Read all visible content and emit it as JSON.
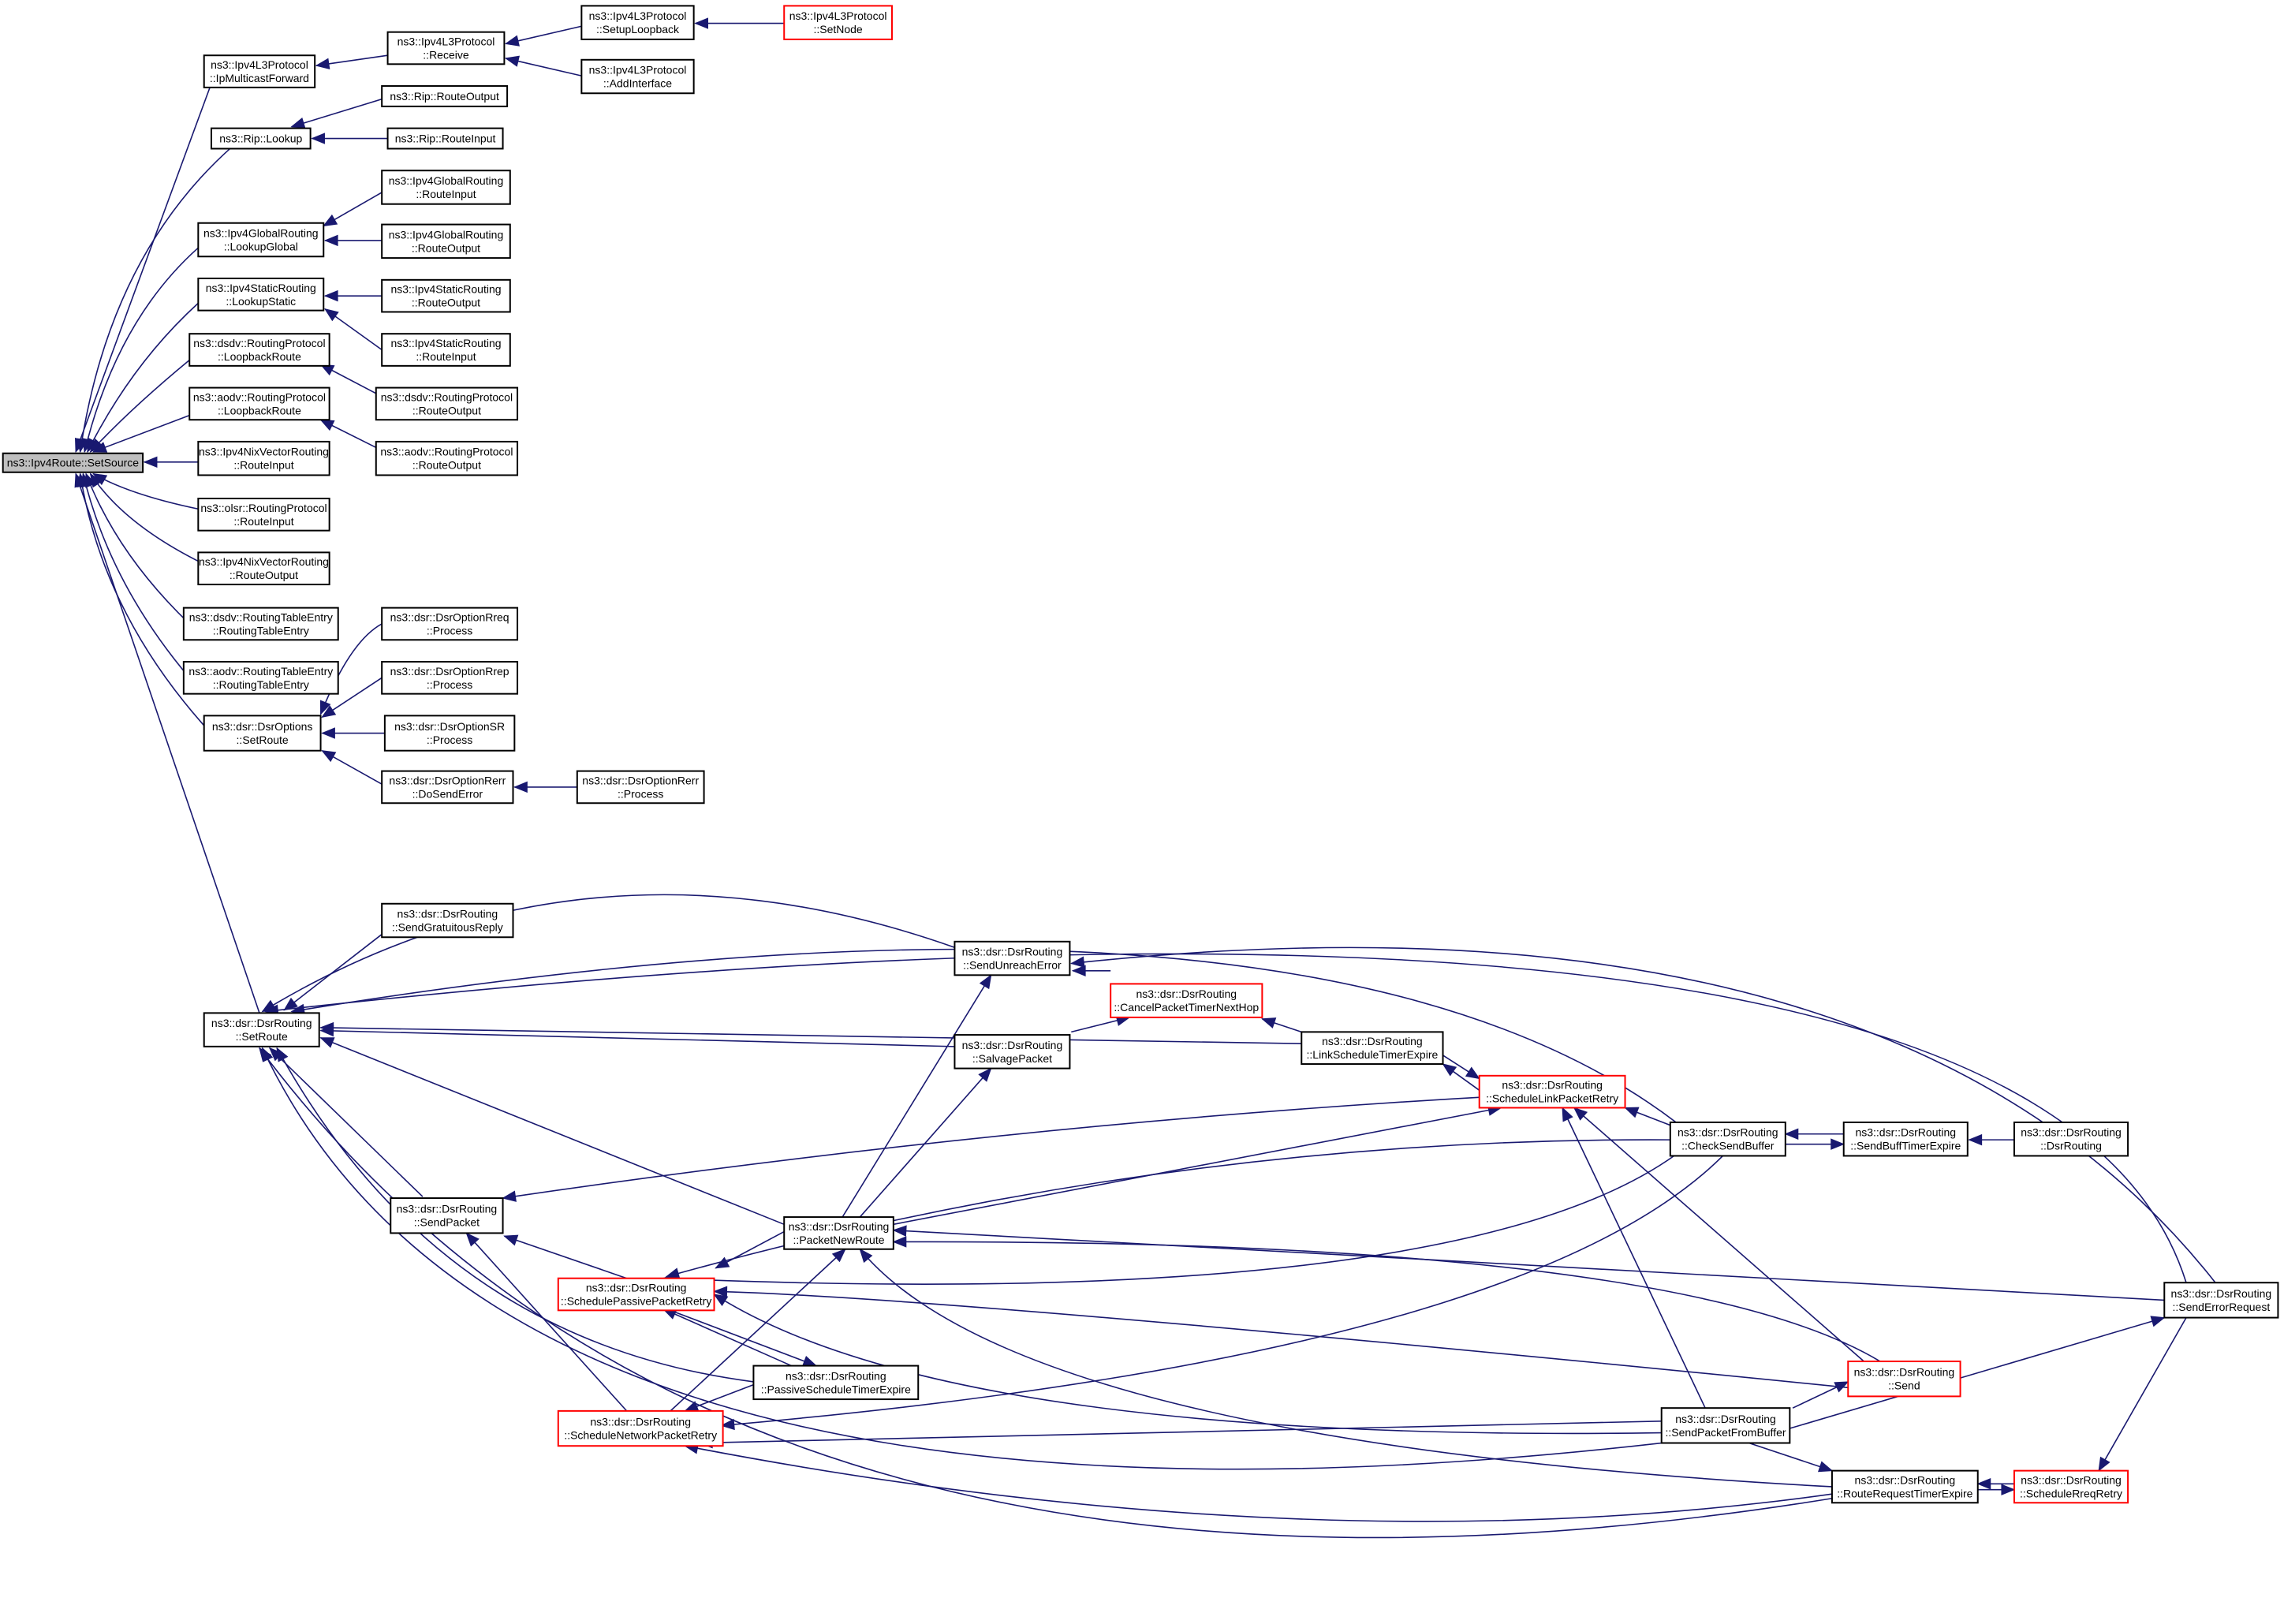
{
  "colors": {
    "edge": "#191970",
    "node_border": "#000000",
    "node_border_truncated": "#ff0000",
    "root_fill": "#bfbfbf",
    "node_fill": "#ffffff"
  },
  "nodes": [
    {
      "id": "root",
      "lines": [
        "ns3::Ipv4Route::SetSource"
      ],
      "style": "root"
    },
    {
      "id": "ipmf",
      "lines": [
        "ns3::Ipv4L3Protocol",
        "::IpMulticastForward"
      ]
    },
    {
      "id": "recv",
      "lines": [
        "ns3::Ipv4L3Protocol",
        "::Receive"
      ]
    },
    {
      "id": "setuplb",
      "lines": [
        "ns3::Ipv4L3Protocol",
        "::SetupLoopback"
      ]
    },
    {
      "id": "setnode",
      "lines": [
        "ns3::Ipv4L3Protocol",
        "::SetNode"
      ],
      "style": "red"
    },
    {
      "id": "addif",
      "lines": [
        "ns3::Ipv4L3Protocol",
        "::AddInterface"
      ]
    },
    {
      "id": "riplookup",
      "lines": [
        "ns3::Rip::Lookup"
      ]
    },
    {
      "id": "riprouteout",
      "lines": [
        "ns3::Rip::RouteOutput"
      ]
    },
    {
      "id": "riproutein",
      "lines": [
        "ns3::Rip::RouteInput"
      ]
    },
    {
      "id": "glookup",
      "lines": [
        "ns3::Ipv4GlobalRouting",
        "::LookupGlobal"
      ]
    },
    {
      "id": "grin",
      "lines": [
        "ns3::Ipv4GlobalRouting",
        "::RouteInput"
      ]
    },
    {
      "id": "grout",
      "lines": [
        "ns3::Ipv4GlobalRouting",
        "::RouteOutput"
      ]
    },
    {
      "id": "slookup",
      "lines": [
        "ns3::Ipv4StaticRouting",
        "::LookupStatic"
      ]
    },
    {
      "id": "srout",
      "lines": [
        "ns3::Ipv4StaticRouting",
        "::RouteOutput"
      ]
    },
    {
      "id": "srin",
      "lines": [
        "ns3::Ipv4StaticRouting",
        "::RouteInput"
      ]
    },
    {
      "id": "dsdvlb",
      "lines": [
        "ns3::dsdv::RoutingProtocol",
        "::LoopbackRoute"
      ]
    },
    {
      "id": "dsdvrout",
      "lines": [
        "ns3::dsdv::RoutingProtocol",
        "::RouteOutput"
      ]
    },
    {
      "id": "aodvlb",
      "lines": [
        "ns3::aodv::RoutingProtocol",
        "::LoopbackRoute"
      ]
    },
    {
      "id": "aodvrout",
      "lines": [
        "ns3::aodv::RoutingProtocol",
        "::RouteOutput"
      ]
    },
    {
      "id": "nixin",
      "lines": [
        "ns3::Ipv4NixVectorRouting",
        "::RouteInput"
      ]
    },
    {
      "id": "olsrin",
      "lines": [
        "ns3::olsr::RoutingProtocol",
        "::RouteInput"
      ]
    },
    {
      "id": "nixout",
      "lines": [
        "ns3::Ipv4NixVectorRouting",
        "::RouteOutput"
      ]
    },
    {
      "id": "dsdvrte",
      "lines": [
        "ns3::dsdv::RoutingTableEntry",
        "::RoutingTableEntry"
      ]
    },
    {
      "id": "aodvrte",
      "lines": [
        "ns3::aodv::RoutingTableEntry",
        "::RoutingTableEntry"
      ]
    },
    {
      "id": "optsetroute",
      "lines": [
        "ns3::dsr::DsrOptions",
        "::SetRoute"
      ]
    },
    {
      "id": "rreq",
      "lines": [
        "ns3::dsr::DsrOptionRreq",
        "::Process"
      ]
    },
    {
      "id": "rrep",
      "lines": [
        "ns3::dsr::DsrOptionRrep",
        "::Process"
      ]
    },
    {
      "id": "srproc",
      "lines": [
        "ns3::dsr::DsrOptionSR",
        "::Process"
      ]
    },
    {
      "id": "dosenderr",
      "lines": [
        "ns3::dsr::DsrOptionRerr",
        "::DoSendError"
      ]
    },
    {
      "id": "rerrproc",
      "lines": [
        "ns3::dsr::DsrOptionRerr",
        "::Process"
      ]
    },
    {
      "id": "dsrsetroute",
      "lines": [
        "ns3::dsr::DsrRouting",
        "::SetRoute"
      ]
    },
    {
      "id": "gratuitous",
      "lines": [
        "ns3::dsr::DsrRouting",
        "::SendGratuitousReply"
      ]
    },
    {
      "id": "unreach",
      "lines": [
        "ns3::dsr::DsrRouting",
        "::SendUnreachError"
      ]
    },
    {
      "id": "cancel",
      "lines": [
        "ns3::dsr::DsrRouting",
        "::CancelPacketTimerNextHop"
      ],
      "style": "red"
    },
    {
      "id": "salvage",
      "lines": [
        "ns3::dsr::DsrRouting",
        "::SalvagePacket"
      ]
    },
    {
      "id": "linkexp",
      "lines": [
        "ns3::dsr::DsrRouting",
        "::LinkScheduleTimerExpire"
      ]
    },
    {
      "id": "linkretry",
      "lines": [
        "ns3::dsr::DsrRouting",
        "::ScheduleLinkPacketRetry"
      ],
      "style": "red"
    },
    {
      "id": "checkbuf",
      "lines": [
        "ns3::dsr::DsrRouting",
        "::CheckSendBuffer"
      ]
    },
    {
      "id": "buffexp",
      "lines": [
        "ns3::dsr::DsrRouting",
        "::SendBuffTimerExpire"
      ]
    },
    {
      "id": "dsrctor",
      "lines": [
        "ns3::dsr::DsrRouting",
        "::DsrRouting"
      ]
    },
    {
      "id": "sendpkt",
      "lines": [
        "ns3::dsr::DsrRouting",
        "::SendPacket"
      ]
    },
    {
      "id": "pktnew",
      "lines": [
        "ns3::dsr::DsrRouting",
        "::PacketNewRoute"
      ]
    },
    {
      "id": "passretry",
      "lines": [
        "ns3::dsr::DsrRouting",
        "::SchedulePassivePacketRetry"
      ],
      "style": "red"
    },
    {
      "id": "passexp",
      "lines": [
        "ns3::dsr::DsrRouting",
        "::PassiveScheduleTimerExpire"
      ]
    },
    {
      "id": "netretry",
      "lines": [
        "ns3::dsr::DsrRouting",
        "::ScheduleNetworkPacketRetry"
      ],
      "style": "red"
    },
    {
      "id": "sendfrombuf",
      "lines": [
        "ns3::dsr::DsrRouting",
        "::SendPacketFromBuffer"
      ]
    },
    {
      "id": "send",
      "lines": [
        "ns3::dsr::DsrRouting",
        "::Send"
      ],
      "style": "red"
    },
    {
      "id": "senderrreq",
      "lines": [
        "ns3::dsr::DsrRouting",
        "::SendErrorRequest"
      ]
    },
    {
      "id": "rreqexp",
      "lines": [
        "ns3::dsr::DsrRouting",
        "::RouteRequestTimerExpire"
      ]
    },
    {
      "id": "rreqretry",
      "lines": [
        "ns3::dsr::DsrRouting",
        "::ScheduleRreqRetry"
      ],
      "style": "red"
    }
  ],
  "edges": [
    [
      "ipmf",
      "root"
    ],
    [
      "riplookup",
      "root"
    ],
    [
      "glookup",
      "root"
    ],
    [
      "slookup",
      "root"
    ],
    [
      "dsdvlb",
      "root"
    ],
    [
      "aodvlb",
      "root"
    ],
    [
      "nixin",
      "root"
    ],
    [
      "olsrin",
      "root"
    ],
    [
      "nixout",
      "root"
    ],
    [
      "dsdvrte",
      "root"
    ],
    [
      "aodvrte",
      "root"
    ],
    [
      "optsetroute",
      "root"
    ],
    [
      "dsrsetroute",
      "root"
    ],
    [
      "recv",
      "ipmf"
    ],
    [
      "setuplb",
      "recv"
    ],
    [
      "addif",
      "recv"
    ],
    [
      "setnode",
      "setuplb"
    ],
    [
      "riprouteout",
      "riplookup"
    ],
    [
      "riproutein",
      "riplookup"
    ],
    [
      "grin",
      "glookup"
    ],
    [
      "grout",
      "glookup"
    ],
    [
      "srout",
      "slookup"
    ],
    [
      "srin",
      "slookup"
    ],
    [
      "dsdvrout",
      "dsdvlb"
    ],
    [
      "aodvrout",
      "aodvlb"
    ],
    [
      "rreq",
      "optsetroute"
    ],
    [
      "rrep",
      "optsetroute"
    ],
    [
      "srproc",
      "optsetroute"
    ],
    [
      "dosenderr",
      "optsetroute"
    ],
    [
      "rerrproc",
      "dosenderr"
    ],
    [
      "gratuitous",
      "dsrsetroute"
    ],
    [
      "unreach",
      "dsrsetroute"
    ],
    [
      "salvage",
      "dsrsetroute"
    ],
    [
      "linkexp",
      "dsrsetroute"
    ],
    [
      "sendpkt",
      "dsrsetroute"
    ],
    [
      "pktnew",
      "dsrsetroute"
    ],
    [
      "passexp",
      "dsrsetroute"
    ],
    [
      "checkbuf",
      "dsrsetroute"
    ],
    [
      "senderrreq",
      "dsrsetroute"
    ],
    [
      "sendfrombuf",
      "dsrsetroute"
    ],
    [
      "rreqexp",
      "dsrsetroute"
    ],
    [
      "cancel",
      "unreach"
    ],
    [
      "cancel",
      "salvage"
    ],
    [
      "linkexp",
      "cancel"
    ],
    [
      "linkretry",
      "linkexp"
    ],
    [
      "linkexp",
      "linkretry"
    ],
    [
      "pktnew",
      "unreach"
    ],
    [
      "pktnew",
      "salvage"
    ],
    [
      "checkbuf",
      "linkretry"
    ],
    [
      "send",
      "linkretry"
    ],
    [
      "sendfrombuf",
      "linkretry"
    ],
    [
      "pktnew",
      "linkretry"
    ],
    [
      "linkretry",
      "sendpkt"
    ],
    [
      "buffexp",
      "checkbuf"
    ],
    [
      "checkbuf",
      "buffexp"
    ],
    [
      "dsrctor",
      "buffexp"
    ],
    [
      "checkbuf",
      "pktnew"
    ],
    [
      "send",
      "pktnew"
    ],
    [
      "senderrreq",
      "pktnew"
    ],
    [
      "rreqexp",
      "pktnew"
    ],
    [
      "sendfrombuf",
      "send"
    ],
    [
      "senderrreq",
      "sendfrombuf"
    ],
    [
      "senderrreq",
      "unreach"
    ],
    [
      "passretry",
      "sendpkt"
    ],
    [
      "netretry",
      "sendpkt"
    ],
    [
      "pktnew",
      "passretry"
    ],
    [
      "checkbuf",
      "passretry"
    ],
    [
      "passexp",
      "passretry"
    ],
    [
      "passretry",
      "passexp"
    ],
    [
      "sendfrombuf",
      "passretry"
    ],
    [
      "send",
      "passretry"
    ],
    [
      "passexp",
      "netretry"
    ],
    [
      "netretry",
      "pktnew"
    ],
    [
      "checkbuf",
      "netretry"
    ],
    [
      "sendfrombuf",
      "netretry"
    ],
    [
      "rreqexp",
      "netretry"
    ],
    [
      "sendfrombuf",
      "rreqexp"
    ],
    [
      "rreqretry",
      "rreqexp"
    ],
    [
      "rreqexp",
      "rreqretry"
    ],
    [
      "senderrreq",
      "rreqretry"
    ],
    [
      "send",
      "senderrreq"
    ]
  ]
}
